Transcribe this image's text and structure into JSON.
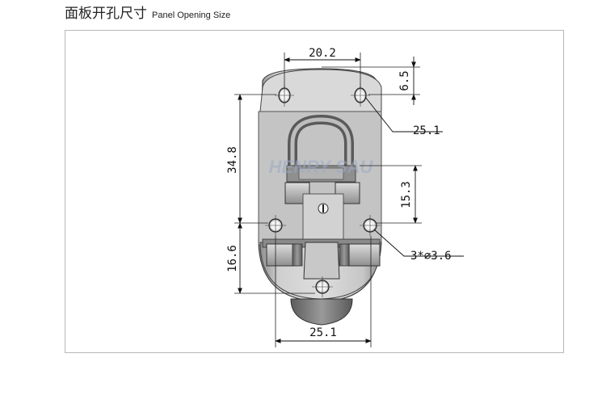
{
  "header": {
    "title_cn": "面板开孔尺寸",
    "title_en": "Panel Opening Size"
  },
  "drawing": {
    "dims": {
      "top_width": "20.2",
      "top_offset": "6.5",
      "hole_pitch": "25.1",
      "height_left": "34.8",
      "height_right": "15.3",
      "bottom_left": "16.6",
      "holes": "3*∅3.6",
      "bottom_width": "25.1"
    },
    "watermark": "HENRY SAU"
  },
  "colors": {
    "metal_dark": "#7b7b7b",
    "metal_mid": "#a9a9a9",
    "metal_light": "#d8d8d8",
    "line": "#222222"
  }
}
